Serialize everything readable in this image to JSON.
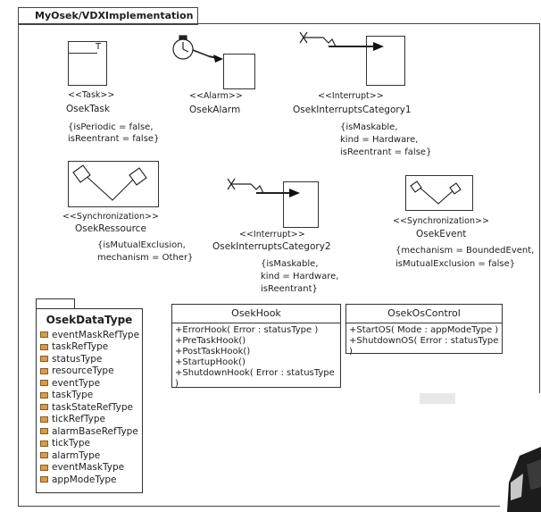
{
  "diagram": {
    "frame_title": "MyOsek/VDXImplementation",
    "elements": {
      "task": {
        "stereotype": "<<Task>>",
        "name": "OsekTask",
        "constraints": [
          "{isPeriodic = false,",
          "isReentrant = false}"
        ],
        "icon_letter": "T"
      },
      "alarm": {
        "stereotype": "<<Alarm>>",
        "name": "OsekAlarm"
      },
      "interrupt1": {
        "stereotype": "<<Interrupt>>",
        "name": "OsekInterruptsCategory1",
        "constraints": [
          "{isMaskable,",
          "kind = Hardware,",
          "isReentrant = false}"
        ]
      },
      "resource": {
        "stereotype": "<<Synchronization>>",
        "name": "OsekRessource",
        "constraints": [
          "{isMutualExclusion,",
          "mechanism = Other}"
        ]
      },
      "interrupt2": {
        "stereotype": "<<Interrupt>>",
        "name": "OsekInterruptsCategory2",
        "constraints": [
          "{isMaskable,",
          "kind = Hardware,",
          "isReentrant}"
        ]
      },
      "event": {
        "stereotype": "<<Synchronization>>",
        "name": "OsekEvent",
        "constraints": [
          "{mechanism = BoundedEvent,",
          "isMutualExclusion = false}"
        ]
      }
    },
    "datatype": {
      "title": "OsekDataType",
      "items": [
        "eventMaskRefType",
        "taskRefType",
        "statusType",
        "resourceType",
        "eventType",
        "taskType",
        "taskStateRefType",
        "tickRefType",
        "alarmBaseRefType",
        "tickType",
        "alarmType",
        "eventMaskType",
        "appModeType"
      ]
    },
    "hook": {
      "title": "OsekHook",
      "operations": [
        "+ErrorHook( Error : statusType )",
        "+PreTaskHook()",
        "+PostTaskHook()",
        "+StartupHook()",
        "+ShutdownHook( Error : statusType )"
      ]
    },
    "oscontrol": {
      "title": "OsekOsControl",
      "operations": [
        "+StartOS( Mode : appModeType )",
        "+ShutdownOS( Error : statusType )"
      ]
    }
  }
}
